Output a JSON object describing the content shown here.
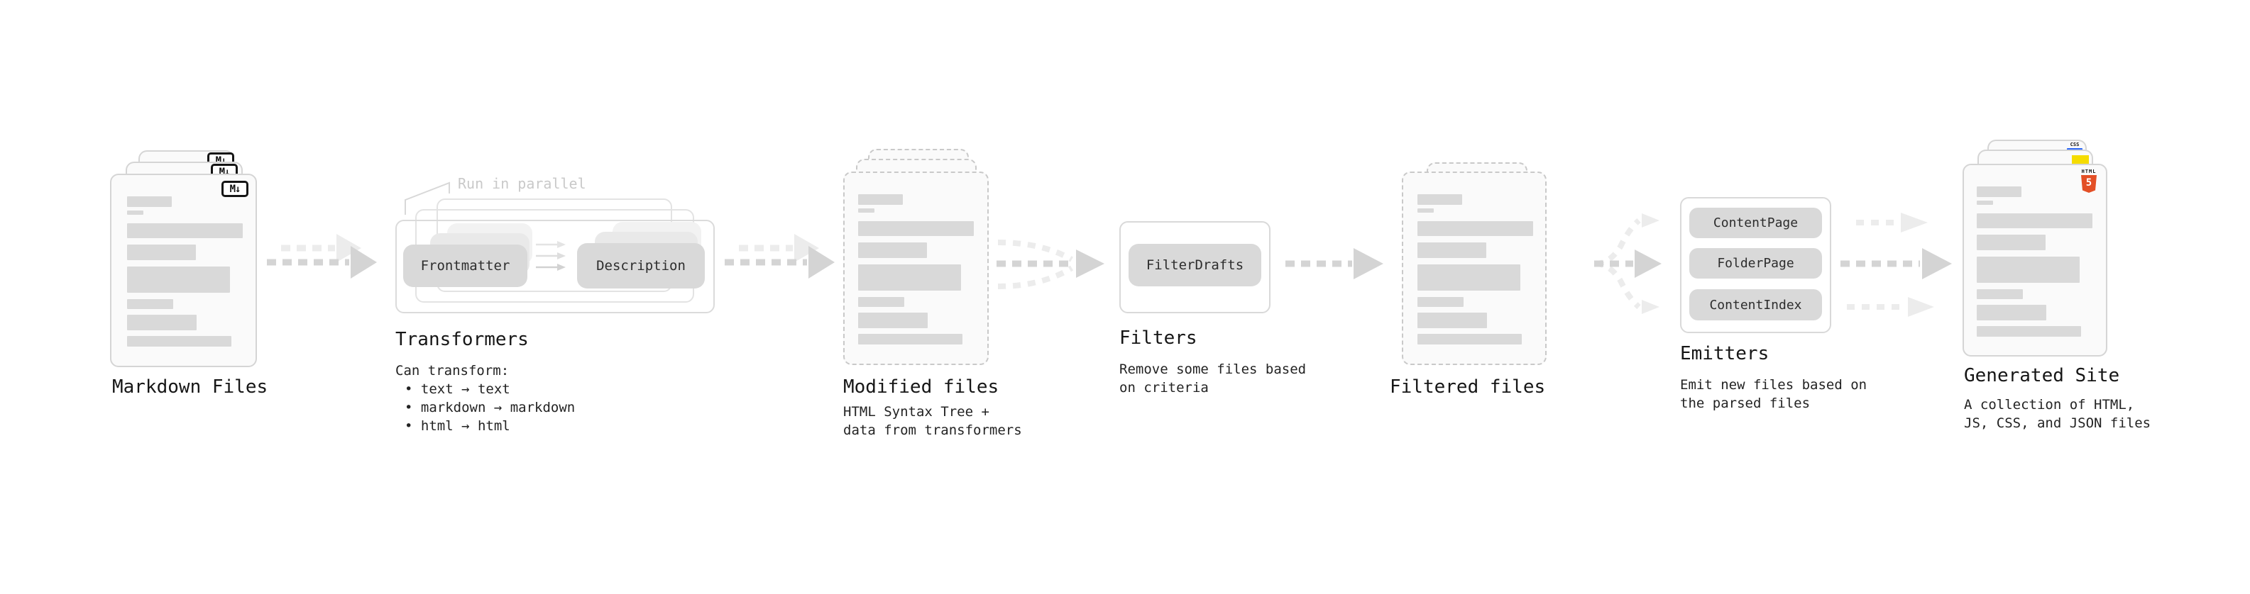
{
  "diagram": {
    "stages": {
      "markdown": {
        "label": "Markdown Files"
      },
      "transformers": {
        "label": "Transformers",
        "annotation": "Run in parallel",
        "node_a": "Frontmatter",
        "node_b": "Description",
        "desc_title": "Can transform:",
        "bullet_1": "• text → text",
        "bullet_2": "• markdown → markdown",
        "bullet_3": "• html → html"
      },
      "modified": {
        "label": "Modified files",
        "desc": "HTML Syntax Tree +\ndata from transformers"
      },
      "filters": {
        "label": "Filters",
        "node": "FilterDrafts",
        "desc": "Remove some files based\non criteria"
      },
      "filtered": {
        "label": "Filtered files"
      },
      "emitters": {
        "label": "Emitters",
        "node_1": "ContentPage",
        "node_2": "FolderPage",
        "node_3": "ContentIndex",
        "desc": "Emit new files based on\nthe parsed files"
      },
      "generated": {
        "label": "Generated Site",
        "desc": "A collection of HTML,\nJS, CSS, and JSON files"
      }
    },
    "badges": {
      "markdown": "M↓",
      "css": "CSS",
      "html": "HTML",
      "html5_number": "5"
    },
    "colors": {
      "arrow_main": "#d4d4d4",
      "arrow_ghost": "#ececec",
      "placeholder_bar": "#d9d9d9",
      "html5_orange": "#e34f26",
      "js_yellow": "#f5dc00",
      "css_blue": "#2b66f6"
    }
  }
}
